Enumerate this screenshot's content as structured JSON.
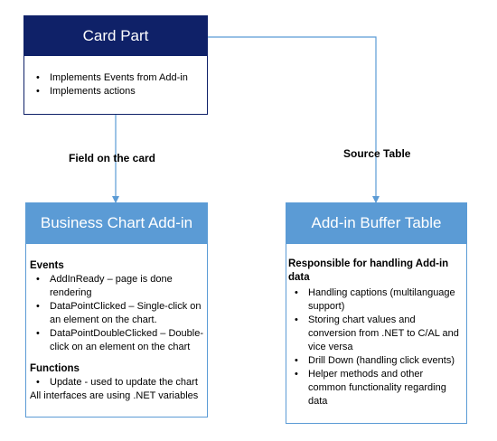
{
  "card_part": {
    "title": "Card Part",
    "items": [
      "Implements Events from Add-in",
      "Implements actions"
    ]
  },
  "edges": {
    "left_label": "Field on the card",
    "right_label": "Source Table"
  },
  "business_chart": {
    "title": "Business Chart Add-in",
    "events_heading": "Events",
    "events": [
      "AddInReady – page is done rendering",
      "DataPointClicked – Single-click on an element on the chart.",
      "DataPointDoubleClicked – Double-click on an element on the chart"
    ],
    "functions_heading": "Functions",
    "functions": [
      "Update - used to update the chart"
    ],
    "footer": "All interfaces are using .NET variables"
  },
  "buffer_table": {
    "title": "Add-in Buffer Table",
    "heading": "Responsible for  handling Add-in data",
    "items": [
      "Handling captions (multilanguage support)",
      "Storing chart values and conversion from .NET to C/AL and vice versa",
      "Drill Down (handling click events)",
      "Helper methods and other common functionality regarding data"
    ]
  },
  "colors": {
    "dark_header": "#0f2168",
    "light_header": "#5b9bd5",
    "connector": "#5b9bd5",
    "box_border": "#5b9bd5"
  }
}
